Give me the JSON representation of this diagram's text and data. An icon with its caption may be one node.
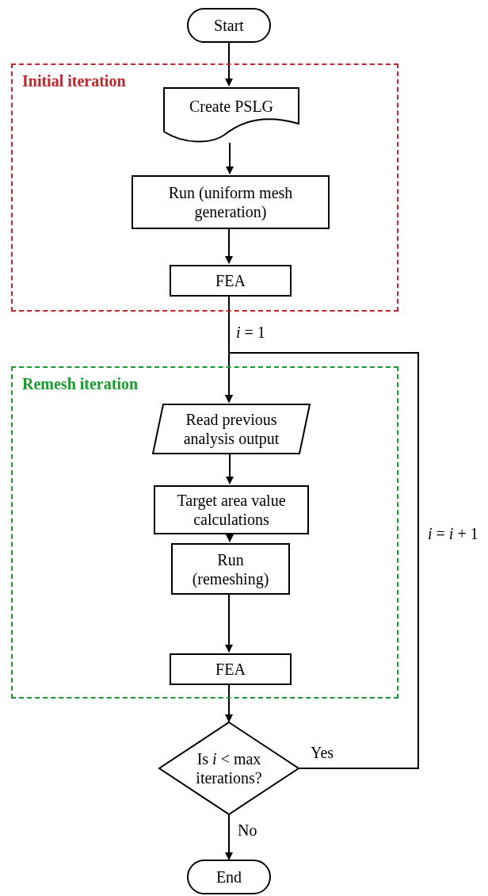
{
  "diagram": {
    "nodes": [
      {
        "text": [
          "Start"
        ]
      },
      {
        "text": [
          "Initial iteration"
        ]
      },
      {
        "text": [
          "Create PSLG"
        ],
        "in": 1
      },
      {
        "text": [
          "Run (uniform mesh generation)"
        ],
        "in": 1
      },
      {
        "text": [
          "FEA"
        ],
        "in": 1
      },
      {
        "text": [
          "Remesh iteration"
        ]
      },
      {
        "text": [
          "Read previous analysis output"
        ],
        "in": 5
      },
      {
        "text": [
          "Target area value calculations"
        ],
        "in": 5
      },
      {
        "text": [
          "Run (remeshing)"
        ],
        "in": 5
      },
      {
        "text": [
          "FEA"
        ],
        "in": 5
      },
      {
        "text": [
          "Is *i* < max iterations?"
        ]
      },
      {
        "text": [
          "End"
        ]
      }
    ],
    "edges": [
      {
        "from": 0,
        "to": 2,
        "arrow": "to"
      },
      {
        "from": 2,
        "to": 3,
        "arrow": "to"
      },
      {
        "from": 3,
        "to": 4,
        "arrow": "to"
      },
      {
        "from": 4,
        "to": 6,
        "arrow": "to",
        "label": "*i* = 1"
      },
      {
        "from": 6,
        "to": 7,
        "arrow": "to"
      },
      {
        "from": 7,
        "to": 8,
        "arrow": "to"
      },
      {
        "from": 8,
        "to": 9,
        "arrow": "to"
      },
      {
        "from": 9,
        "to": 10,
        "arrow": "to"
      },
      {
        "from": 10,
        "to": 6,
        "arrow": "to",
        "label": "Yes"
      },
      {
        "from": 10,
        "to": 11,
        "arrow": "to",
        "label": "No"
      }
    ],
    "labels": [
      "*i* = *i* + 1"
    ]
  }
}
